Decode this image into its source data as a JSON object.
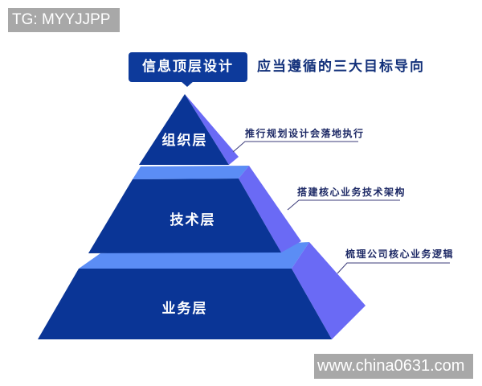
{
  "watermarks": {
    "top": "TG: MYYJJPP",
    "bottom": "www.china0631.com"
  },
  "header": {
    "title": "信息顶层设计",
    "subtitle": "应当遵循的三大目标导向"
  },
  "pyramid": {
    "layers": [
      {
        "label": "组织层",
        "note": "推行规划设计会落地执行"
      },
      {
        "label": "技术层",
        "note": "搭建核心业务技术架构"
      },
      {
        "label": "业务层",
        "note": "梳理公司核心业务逻辑"
      }
    ],
    "colors": {
      "front": "#0a3596",
      "side": "#6a6af5",
      "ledge": "#5b8df5",
      "line": "#3b3b7a"
    }
  }
}
